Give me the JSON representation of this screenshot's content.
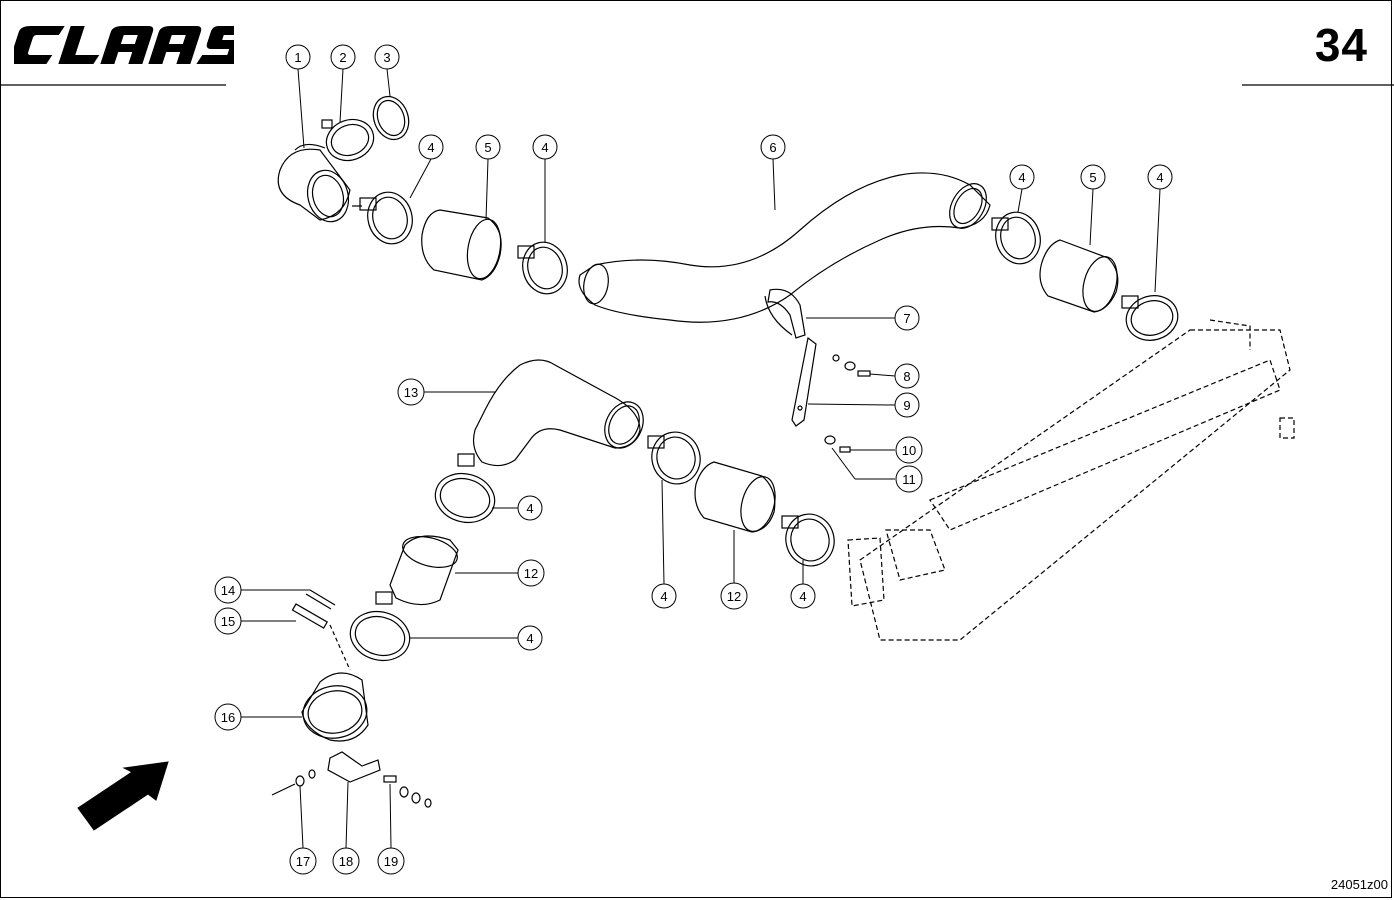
{
  "header": {
    "brand": "CLAAS",
    "page_number": "34"
  },
  "footer": {
    "drawing_id": "24051z00"
  },
  "callouts": [
    {
      "id": "c1",
      "label": "1"
    },
    {
      "id": "c2",
      "label": "2"
    },
    {
      "id": "c3",
      "label": "3"
    },
    {
      "id": "c4a",
      "label": "4"
    },
    {
      "id": "c5a",
      "label": "5"
    },
    {
      "id": "c4b",
      "label": "4"
    },
    {
      "id": "c6",
      "label": "6"
    },
    {
      "id": "c4c",
      "label": "4"
    },
    {
      "id": "c5b",
      "label": "5"
    },
    {
      "id": "c4d",
      "label": "4"
    },
    {
      "id": "c7",
      "label": "7"
    },
    {
      "id": "c8",
      "label": "8"
    },
    {
      "id": "c9",
      "label": "9"
    },
    {
      "id": "c10",
      "label": "10"
    },
    {
      "id": "c11",
      "label": "11"
    },
    {
      "id": "c13",
      "label": "13"
    },
    {
      "id": "c4e",
      "label": "4"
    },
    {
      "id": "c12a",
      "label": "12"
    },
    {
      "id": "c14",
      "label": "14"
    },
    {
      "id": "c15",
      "label": "15"
    },
    {
      "id": "c4f",
      "label": "4"
    },
    {
      "id": "c16",
      "label": "16"
    },
    {
      "id": "c4g",
      "label": "4"
    },
    {
      "id": "c12b",
      "label": "12"
    },
    {
      "id": "c4h",
      "label": "4"
    },
    {
      "id": "c17",
      "label": "17"
    },
    {
      "id": "c18",
      "label": "18"
    },
    {
      "id": "c19",
      "label": "19"
    }
  ]
}
